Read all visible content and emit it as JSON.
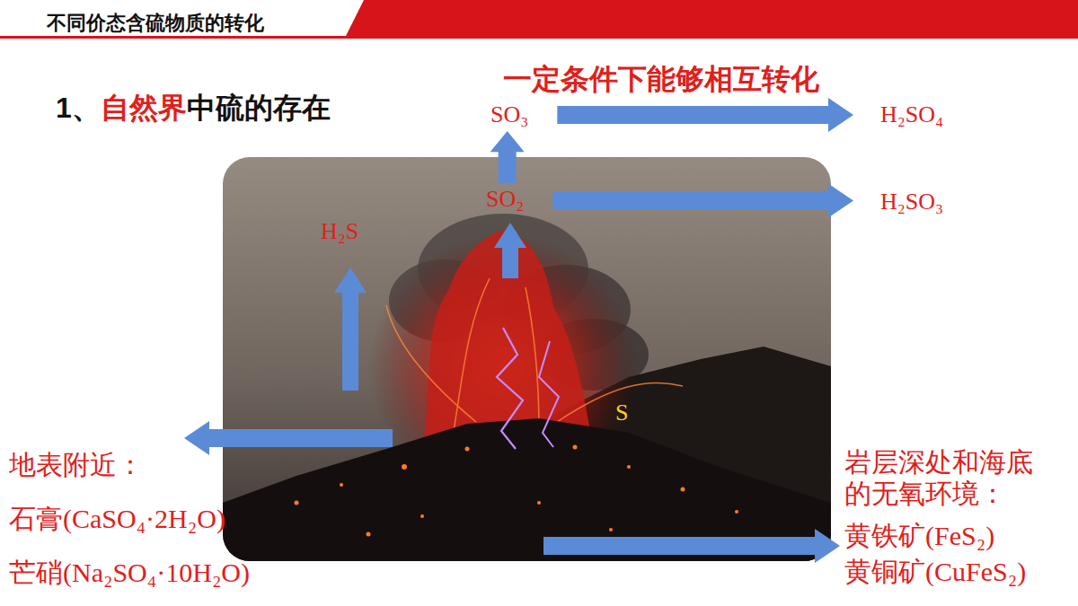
{
  "diagram": {
    "title": "不同价态含硫物质的转化",
    "nodes": [
      {
        "text": [
          "SO₃"
        ]
      },
      {
        "text": [
          "H₂SO₄"
        ]
      },
      {
        "text": [
          "SO₂"
        ]
      },
      {
        "text": [
          "H₂SO₃"
        ]
      },
      {
        "text": [
          "H₂S"
        ]
      },
      {
        "text": [
          "S"
        ]
      },
      {
        "text": [
          "地表附近：",
          "石膏(CaSO₄·2H₂O)",
          "芒硝(Na₂SO₄·10H₂O)"
        ]
      },
      {
        "text": [
          "岩层深处和海底的无氧环境：",
          "黄铁矿(FeS₂)",
          "黄铜矿(CuFeS₂)"
        ]
      }
    ],
    "edges": [
      {
        "from": 2,
        "to": 0,
        "arrow": "to"
      },
      {
        "from": 0,
        "to": 1,
        "arrow": "to"
      },
      {
        "from": 2,
        "to": 3,
        "arrow": "to"
      }
    ],
    "labels": [
      "1、自然界中硫的存在",
      "一定条件下能够相互转化"
    ]
  }
}
